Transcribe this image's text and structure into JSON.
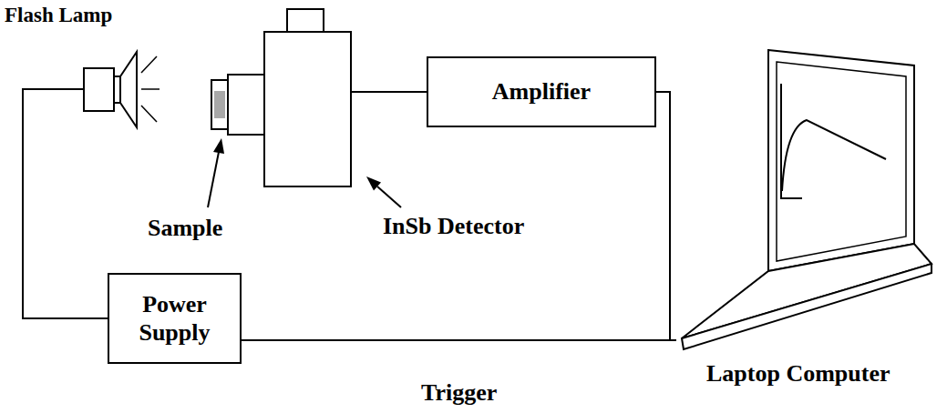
{
  "diagram": {
    "nodes": [
      {
        "text": [
          "Flash Lamp"
        ]
      },
      {
        "text": [
          "InSb Detector"
        ]
      },
      {
        "text": [
          "Amplifier"
        ]
      },
      {
        "text": [
          "Laptop Computer"
        ]
      },
      {
        "text": [
          "Power Supply"
        ]
      }
    ],
    "edges": [
      {
        "from": 1,
        "to": 2,
        "arrow": "none"
      },
      {
        "from": 2,
        "to": 3,
        "arrow": "none"
      },
      {
        "from": 4,
        "to": 0,
        "arrow": "none"
      },
      {
        "from": 4,
        "to": 3,
        "label": "Trigger",
        "arrow": "none"
      }
    ],
    "labels": [
      "Sample"
    ]
  }
}
